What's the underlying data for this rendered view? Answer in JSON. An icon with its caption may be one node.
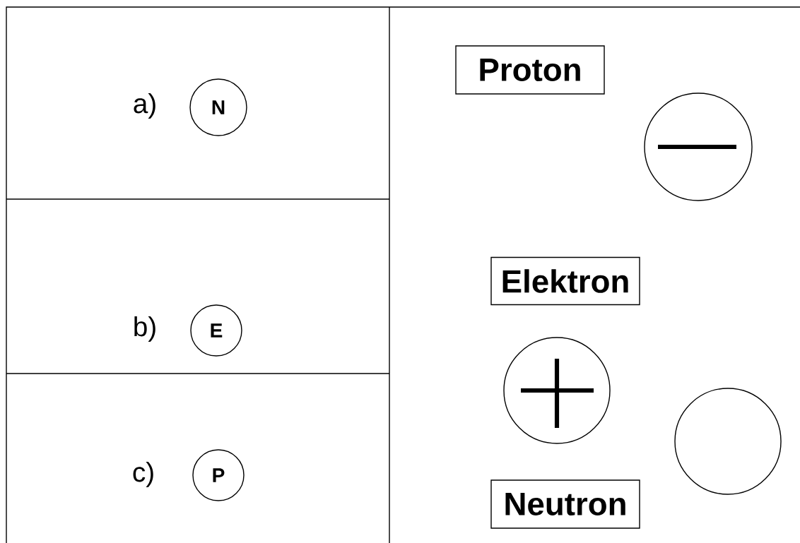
{
  "diagram": {
    "nodes": [
      {
        "text": [
          "N"
        ]
      },
      {
        "text": [
          "E"
        ]
      },
      {
        "text": [
          "P"
        ]
      },
      {
        "text": [
          "Proton"
        ]
      },
      {
        "text": [],
        "shape": "circle"
      },
      {
        "text": [
          "Elektron"
        ]
      },
      {
        "text": [],
        "shape": "circle"
      },
      {
        "text": [],
        "shape": "circle"
      },
      {
        "text": [
          "Neutron"
        ]
      }
    ],
    "labels": [
      "a)",
      "b)",
      "c)"
    ]
  }
}
